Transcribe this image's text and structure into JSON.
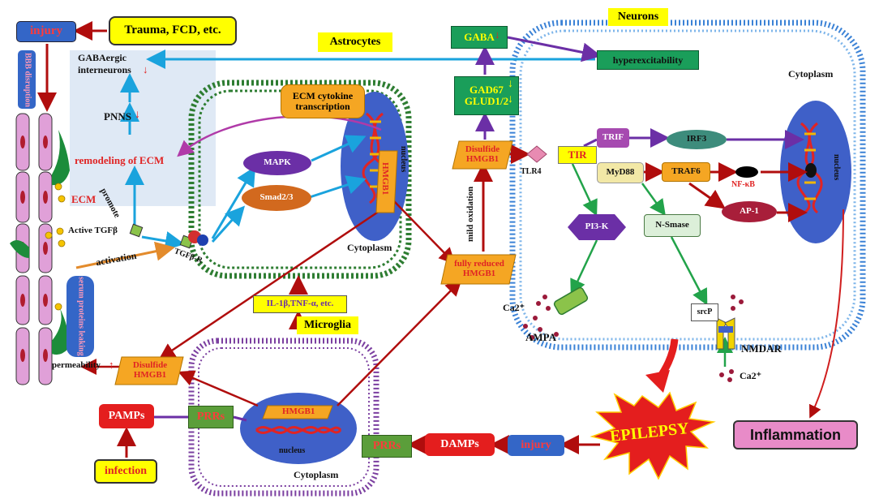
{
  "labels": {
    "trauma": "Trauma, FCD, etc.",
    "injury_top": "injury",
    "bbb": "BBB disruption",
    "gabaergic_1": "GABAergic",
    "gabaergic_2": "interneurons",
    "pnns": "PNNS",
    "remodeling": "remodeling of ECM",
    "ecm": "ECM",
    "promote": "promote",
    "active_tgfb": "Active TGFβ",
    "activation": "activation",
    "tgfbr": "TGFβ-R",
    "serum": "serum proteins leaking",
    "permeability": "permeability",
    "astrocytes": "Astrocytes",
    "ecm_cytokine_1": "ECM cytokine",
    "ecm_cytokine_2": "transcription",
    "mapk": "MAPK",
    "smad": "Smad2/3",
    "hmgb1": "HMGB1",
    "nucleus": "nucleus",
    "cytoplasm": "Cytoplasm",
    "il1b": "IL-1β,TNF-α, etc.",
    "microglia": "Microglia",
    "disulfide": "Disulfide",
    "pamps": "PAMPs",
    "prrs": "PRRs",
    "infection": "infection",
    "gaba": "GABA",
    "gad67": "GAD67",
    "glud": "GLUD1/2",
    "mild_oxidation": "mild oxidation",
    "fully_reduced": "fully reduced",
    "neurons": "Neurons",
    "hyperexcitability": "hyperexcitability",
    "tlr4": "TLR4",
    "tir": "TIR",
    "trif": "TRIF",
    "irf3": "IRF3",
    "myd88": "MyD88",
    "traf6": "TRAF6",
    "nfkb": "NF-κB",
    "ap1": "AP-1",
    "pi3k": "PI3-K",
    "nsmase": "N-Smase",
    "srcp": "srcP",
    "ca": "Ca2⁺",
    "ampa": "AMPA",
    "nmdar": "NMDAR",
    "epilepsy": "EPILEPSY",
    "inflammation": "Inflammation",
    "damps": "DAMPs",
    "injury_bottom": "injury"
  }
}
